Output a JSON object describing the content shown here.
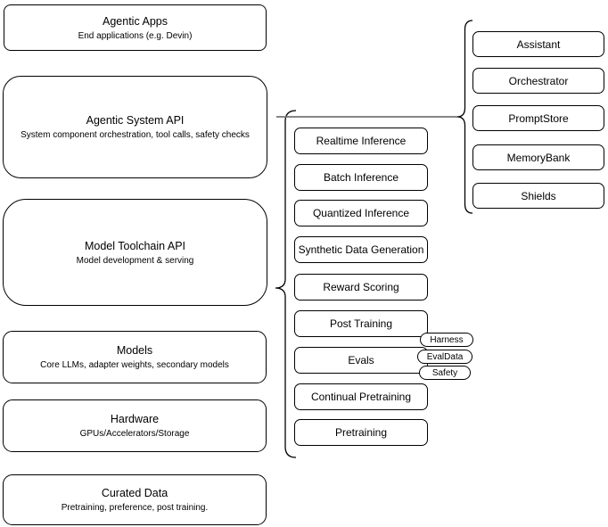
{
  "diagram": {
    "stack": [
      {
        "title": "Agentic Apps",
        "subtitle": "End applications (e.g. Devin)"
      },
      {
        "title": "Agentic System API",
        "subtitle": "System component orchestration, tool calls, safety checks"
      },
      {
        "title": "Model Toolchain API",
        "subtitle": "Model development & serving"
      },
      {
        "title": "Models",
        "subtitle": "Core LLMs, adapter weights, secondary models"
      },
      {
        "title": "Hardware",
        "subtitle": "GPUs/Accelerators/Storage"
      },
      {
        "title": "Curated Data",
        "subtitle": "Pretraining, preference, post training."
      }
    ],
    "toolchain_items": [
      "Realtime Inference",
      "Batch Inference",
      "Quantized Inference",
      "Synthetic Data Generation",
      "Reward Scoring",
      "Post Training",
      "Evals",
      "Continual Pretraining",
      "Pretraining"
    ],
    "eval_tags": [
      "Harness",
      "EvalData",
      "Safety"
    ],
    "system_components": [
      "Assistant",
      "Orchestrator",
      "PromptStore",
      "MemoryBank",
      "Shields"
    ],
    "colors": {
      "stroke": "#000000",
      "fill": "#ffffff",
      "connector": "#757575"
    }
  }
}
